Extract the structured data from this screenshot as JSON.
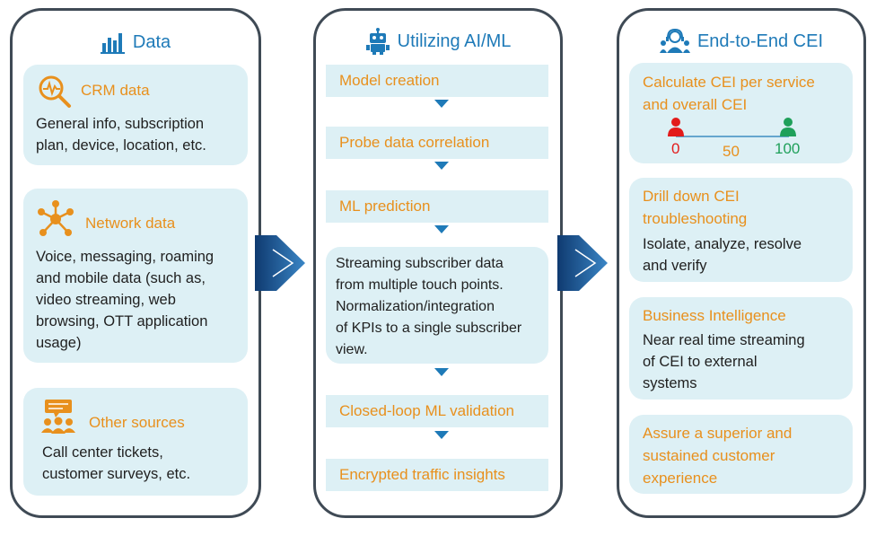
{
  "data_panel": {
    "title": "Data",
    "crm": {
      "title": "CRM data",
      "text": [
        "General info, subscription",
        "plan, device, location, etc."
      ]
    },
    "network": {
      "title": "Network data",
      "text": [
        "Voice, messaging, roaming",
        "and mobile data (such as,",
        "video streaming, web",
        "browsing, OTT application",
        "usage)"
      ]
    },
    "other": {
      "title": "Other sources",
      "text": [
        "Call center tickets,",
        "customer surveys, etc."
      ]
    }
  },
  "ai_panel": {
    "title": "Utilizing AI/ML",
    "steps": [
      "Model creation",
      "Probe data correlation",
      "ML prediction"
    ],
    "streaming_text": [
      "Streaming subscriber data",
      "from multiple touch points.",
      "Normalization/integration",
      "of KPIs to a single subscriber",
      "view."
    ],
    "steps2": [
      "Closed-loop ML validation",
      "Encrypted traffic insights"
    ]
  },
  "cei_panel": {
    "title": "End-to-End CEI",
    "calc": {
      "title": [
        "Calculate CEI per service",
        "and overall CEI"
      ],
      "scale": [
        "0",
        "50",
        "100"
      ]
    },
    "drill": {
      "title": [
        "Drill down CEI",
        "troubleshooting"
      ],
      "text": [
        "Isolate, analyze, resolve",
        "and verify"
      ]
    },
    "bi": {
      "title": "Business Intelligence",
      "text": [
        "Near real time streaming",
        "of CEI to external",
        "systems"
      ]
    },
    "assure": {
      "title": [
        "Assure a superior and",
        "sustained customer",
        "experience"
      ]
    }
  },
  "colors": {
    "accent_blue": "#1e7ab8",
    "accent_orange": "#e8901d",
    "box_bg": "#ddf0f5",
    "scale_red": "#e31b1b",
    "scale_green": "#1fa05a"
  }
}
